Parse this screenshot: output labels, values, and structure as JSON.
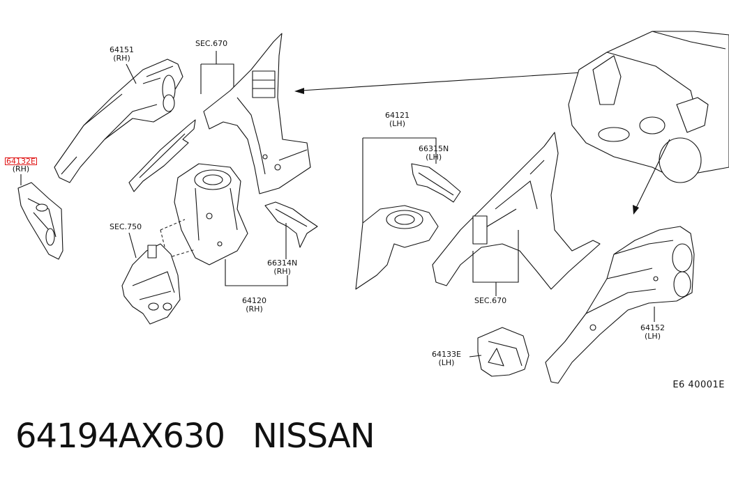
{
  "parts": {
    "p64151": {
      "num": "64151",
      "side": "(RH)"
    },
    "sec670_top": {
      "num": "SEC.670"
    },
    "p64132e": {
      "num": "64132E",
      "side": "(RH)"
    },
    "sec750": {
      "num": "SEC.750"
    },
    "p66314n": {
      "num": "66314N",
      "side": "(RH)"
    },
    "p64120": {
      "num": "64120",
      "side": "(RH)"
    },
    "p64121": {
      "num": "64121",
      "side": "(LH)"
    },
    "p66315n": {
      "num": "66315N",
      "side": "(LH)"
    },
    "sec670_bottom": {
      "num": "SEC.670"
    },
    "p64133e": {
      "num": "64133E",
      "side": "(LH)"
    },
    "p64152": {
      "num": "64152",
      "side": "(LH)"
    }
  },
  "diagram_code": "E6 40001E",
  "footer": {
    "part_number": "64194AX630",
    "brand": "NISSAN"
  },
  "colors": {
    "highlight": "#e01515",
    "ink": "#111111"
  }
}
